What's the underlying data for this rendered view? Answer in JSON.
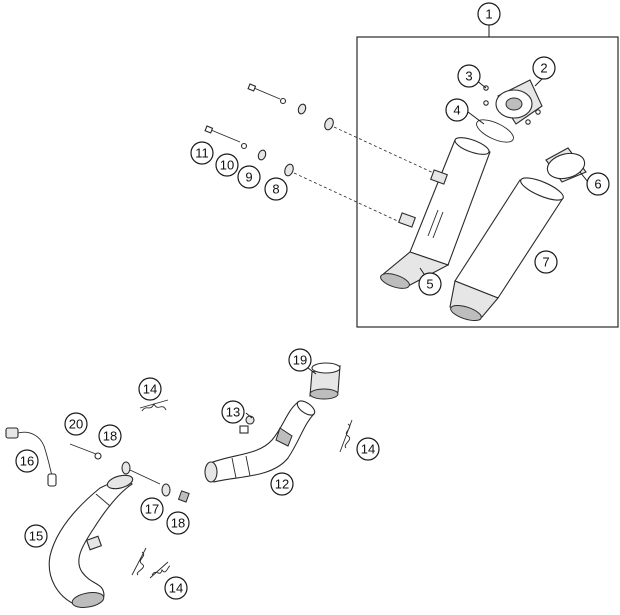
{
  "callouts": [
    {
      "id": "c1",
      "label": "1"
    },
    {
      "id": "c2",
      "label": "2"
    },
    {
      "id": "c3",
      "label": "3"
    },
    {
      "id": "c4",
      "label": "4"
    },
    {
      "id": "c5",
      "label": "5"
    },
    {
      "id": "c6",
      "label": "6"
    },
    {
      "id": "c7",
      "label": "7"
    },
    {
      "id": "c8",
      "label": "8"
    },
    {
      "id": "c9",
      "label": "9"
    },
    {
      "id": "c10",
      "label": "10"
    },
    {
      "id": "c11",
      "label": "11"
    },
    {
      "id": "c12",
      "label": "12"
    },
    {
      "id": "c13",
      "label": "13"
    },
    {
      "id": "c14a",
      "label": "14"
    },
    {
      "id": "c14b",
      "label": "14"
    },
    {
      "id": "c14c",
      "label": "14"
    },
    {
      "id": "c15",
      "label": "15"
    },
    {
      "id": "c16",
      "label": "16"
    },
    {
      "id": "c17",
      "label": "17"
    },
    {
      "id": "c18a",
      "label": "18"
    },
    {
      "id": "c18b",
      "label": "18"
    },
    {
      "id": "c19",
      "label": "19"
    },
    {
      "id": "c20",
      "label": "20"
    }
  ]
}
